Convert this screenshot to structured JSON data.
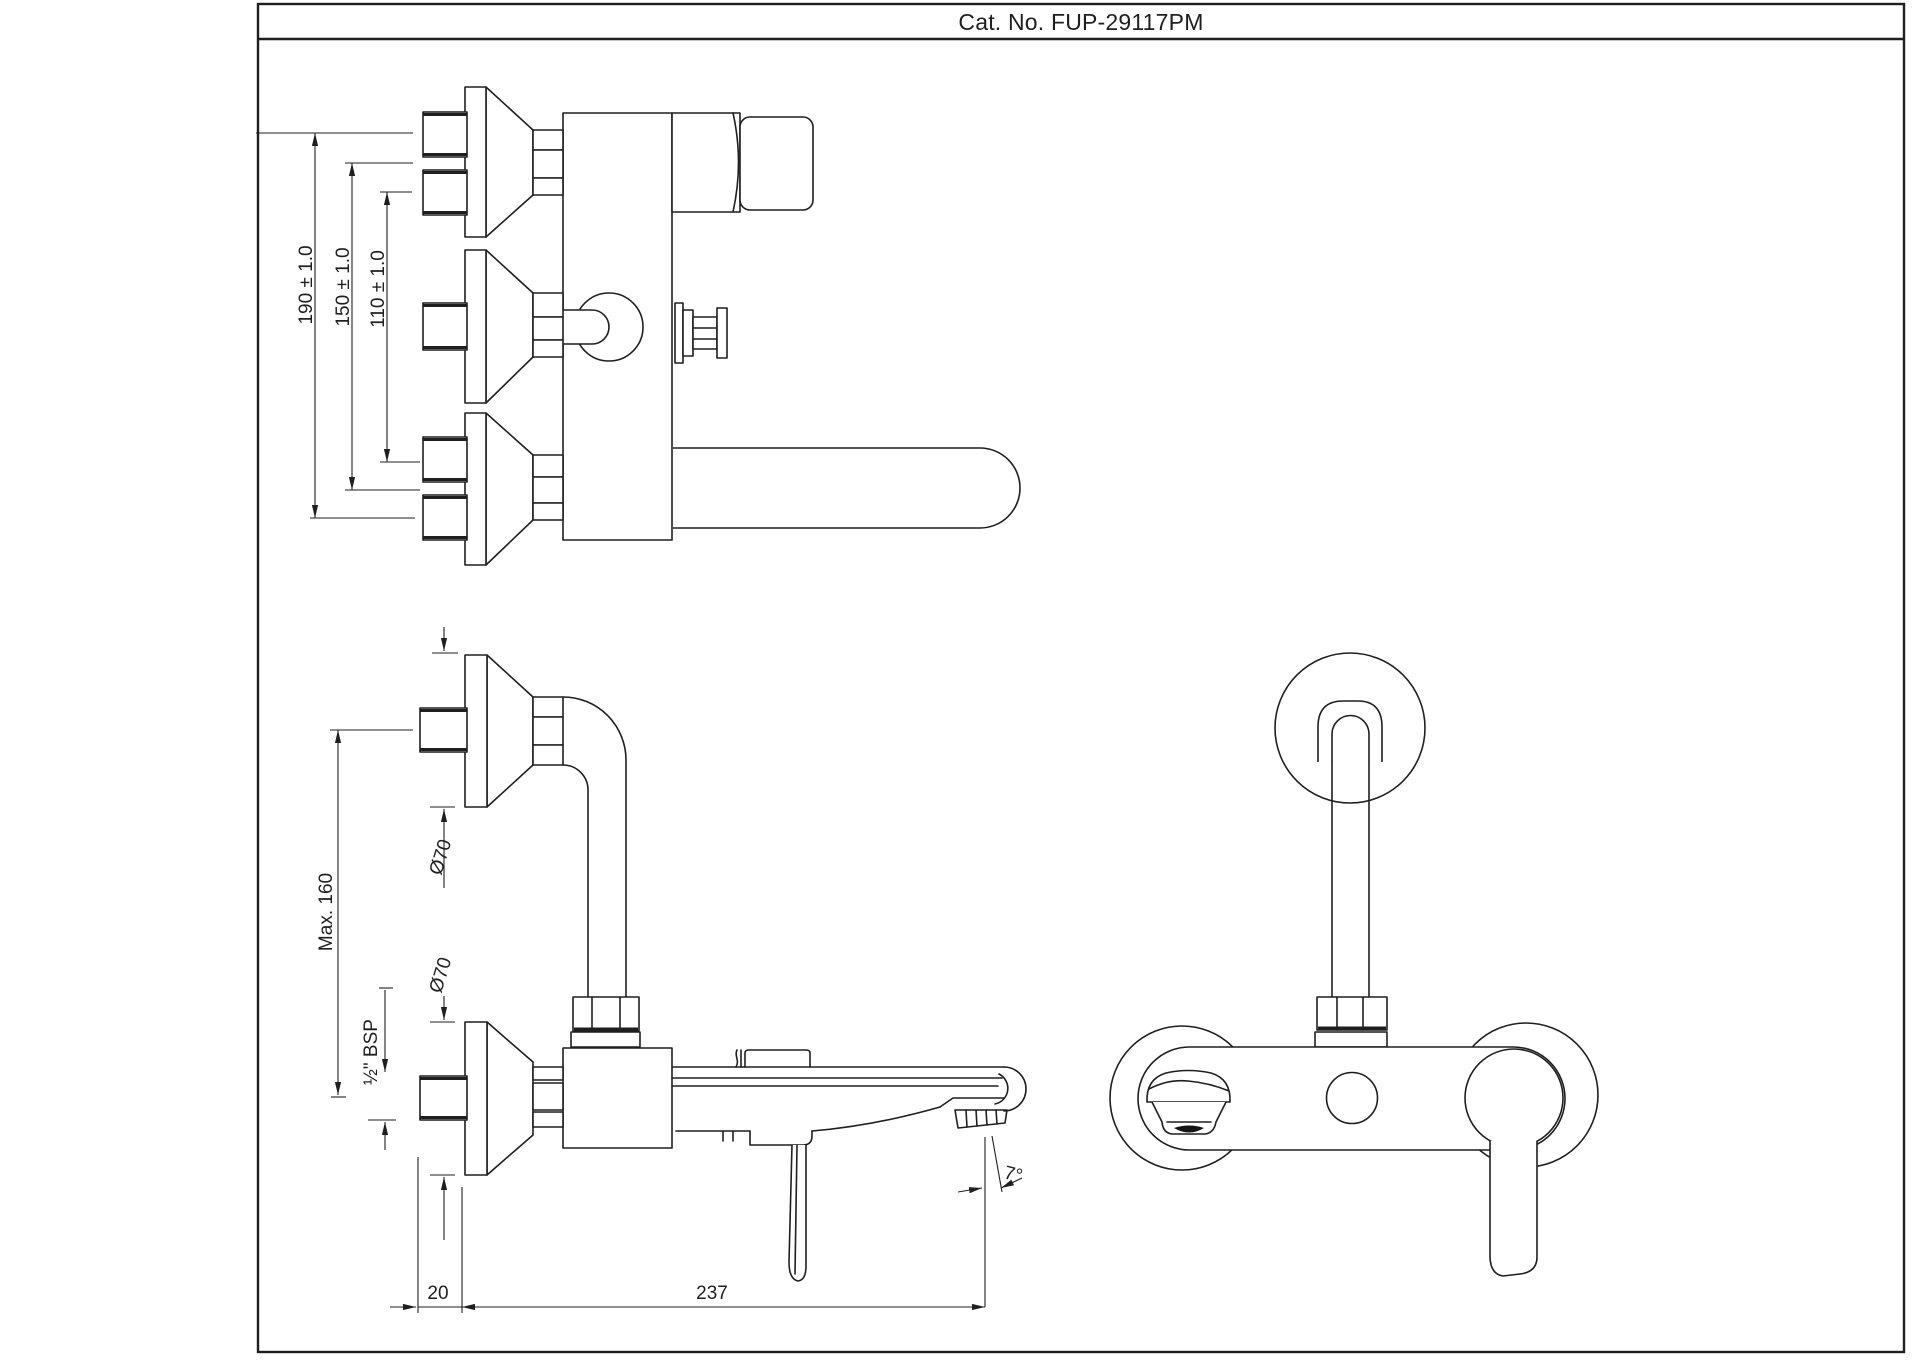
{
  "sheet": {
    "title": "Cat. No. FUP-29117PM",
    "background": "#ffffff",
    "line_color": "#1f1f1f"
  },
  "top_view": {
    "dim_190": "190 ± 1.0",
    "dim_150": "150 ± 1.0",
    "dim_110": "110 ± 1.0"
  },
  "side_view": {
    "dim_max160": "Max. 160",
    "dim_dia70_upper": "Ø70",
    "dim_dia70_lower": "Ø70",
    "dim_bsp": "½\" BSP",
    "dim_angle": "7°",
    "dim_20": "20",
    "dim_237": "237"
  }
}
